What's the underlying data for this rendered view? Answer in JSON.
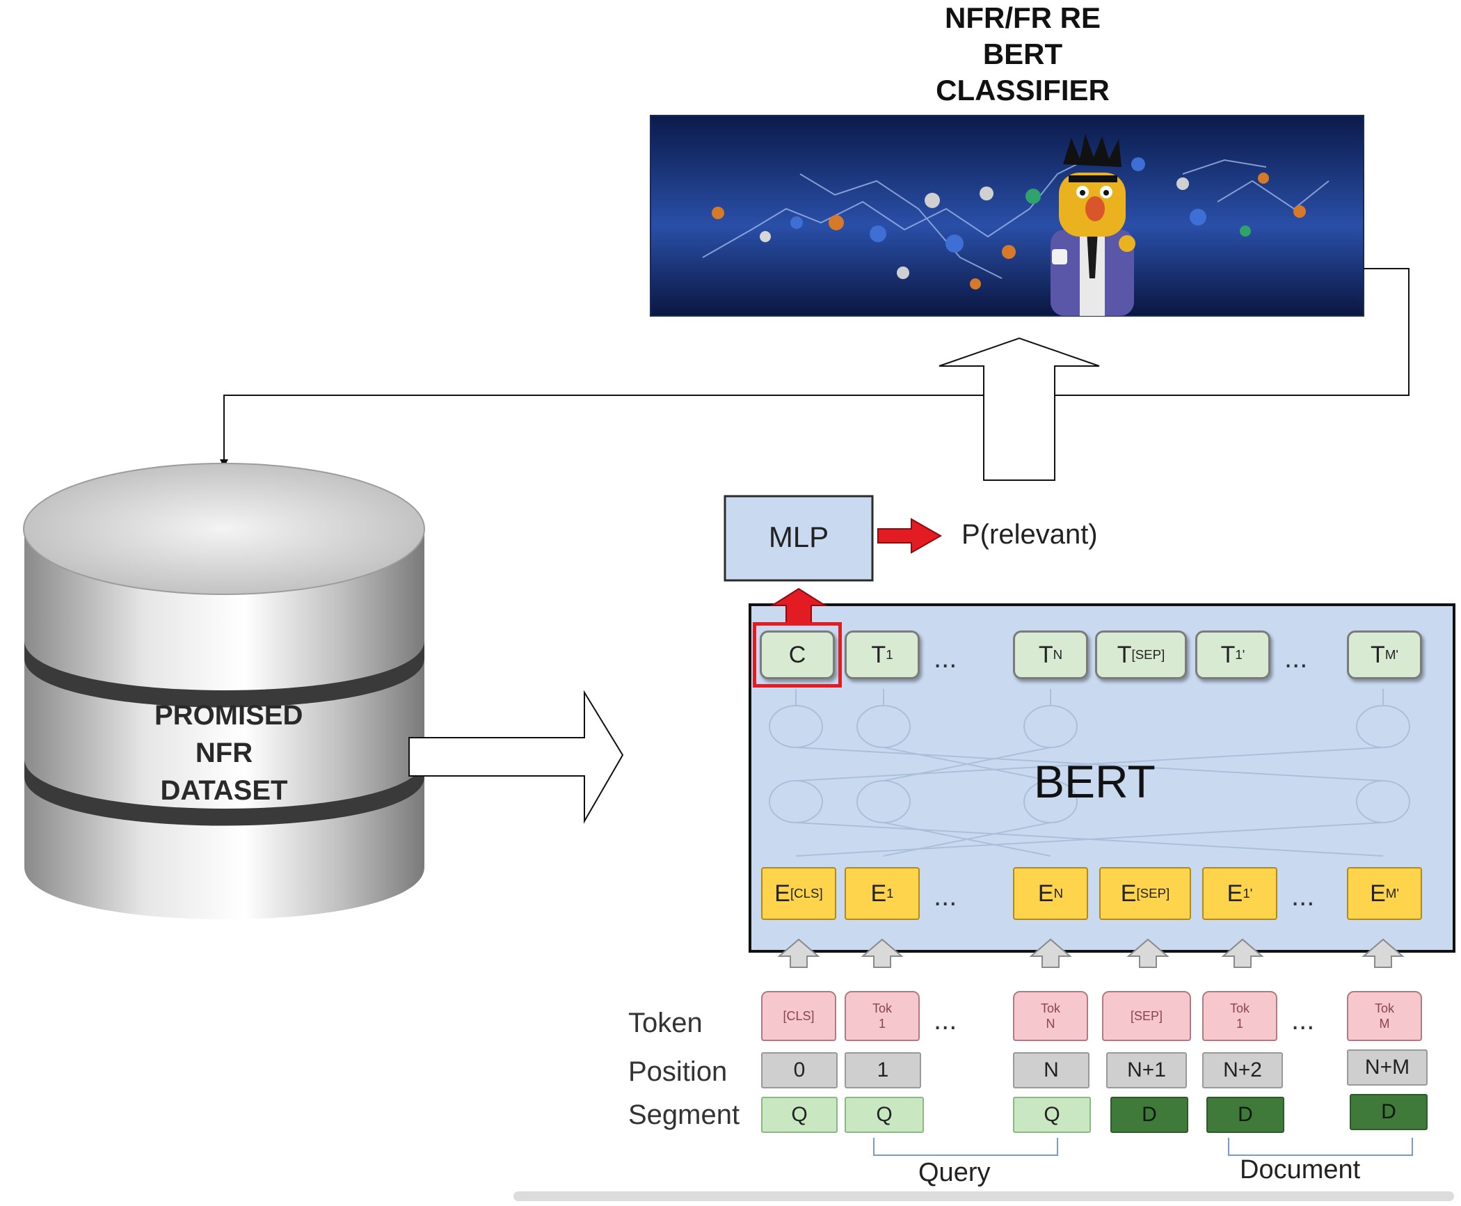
{
  "classifier": {
    "title_lines": [
      "NFR/FR RE",
      "BERT",
      "CLASSIFIER"
    ]
  },
  "dataset": {
    "label_lines": [
      "PROMISED",
      "NFR",
      "DATASET"
    ]
  },
  "mlp": {
    "label": "MLP",
    "output_label": "P(relevant)"
  },
  "bert": {
    "label": "BERT",
    "outputs": [
      {
        "main": "C",
        "sub": "",
        "sup": ""
      },
      {
        "main": "T",
        "sub": "1",
        "sup": ""
      },
      {
        "main": "T",
        "sub": "N",
        "sup": ""
      },
      {
        "main": "T",
        "sub": "[SEP]",
        "sup": ""
      },
      {
        "main": "T",
        "sub": "1",
        "sup": "'"
      },
      {
        "main": "T",
        "sub": "M",
        "sup": "'"
      }
    ],
    "embeddings": [
      {
        "main": "E",
        "sub": "[CLS]",
        "sup": ""
      },
      {
        "main": "E",
        "sub": "1",
        "sup": ""
      },
      {
        "main": "E",
        "sub": "N",
        "sup": ""
      },
      {
        "main": "E",
        "sub": "[SEP]",
        "sup": ""
      },
      {
        "main": "E",
        "sub": "1",
        "sup": "'"
      },
      {
        "main": "E",
        "sub": "M",
        "sup": "'"
      }
    ],
    "ellipsis": "..."
  },
  "input": {
    "row_labels": {
      "token": "Token",
      "position": "Position",
      "segment": "Segment"
    },
    "tokens": [
      {
        "line1": "[CLS]",
        "line2": ""
      },
      {
        "line1": "Tok",
        "line2": "1"
      },
      {
        "line1": "Tok",
        "line2": "N"
      },
      {
        "line1": "[SEP]",
        "line2": ""
      },
      {
        "line1": "Tok",
        "line2": "1"
      },
      {
        "line1": "Tok",
        "line2": "M"
      }
    ],
    "positions": [
      "0",
      "1",
      "N",
      "N+1",
      "N+2",
      "N+M"
    ],
    "segments": [
      "Q",
      "Q",
      "Q",
      "D",
      "D",
      "D"
    ],
    "group_labels": {
      "query": "Query",
      "document": "Document"
    }
  },
  "colors": {
    "output_box": "#d9ead3",
    "embedding_box": "#fed44c",
    "token_box": "#f6c7cd",
    "bert_panel": "#c9d9f0",
    "highlight": "#e31b23",
    "arrow_red": "#e31b23"
  }
}
